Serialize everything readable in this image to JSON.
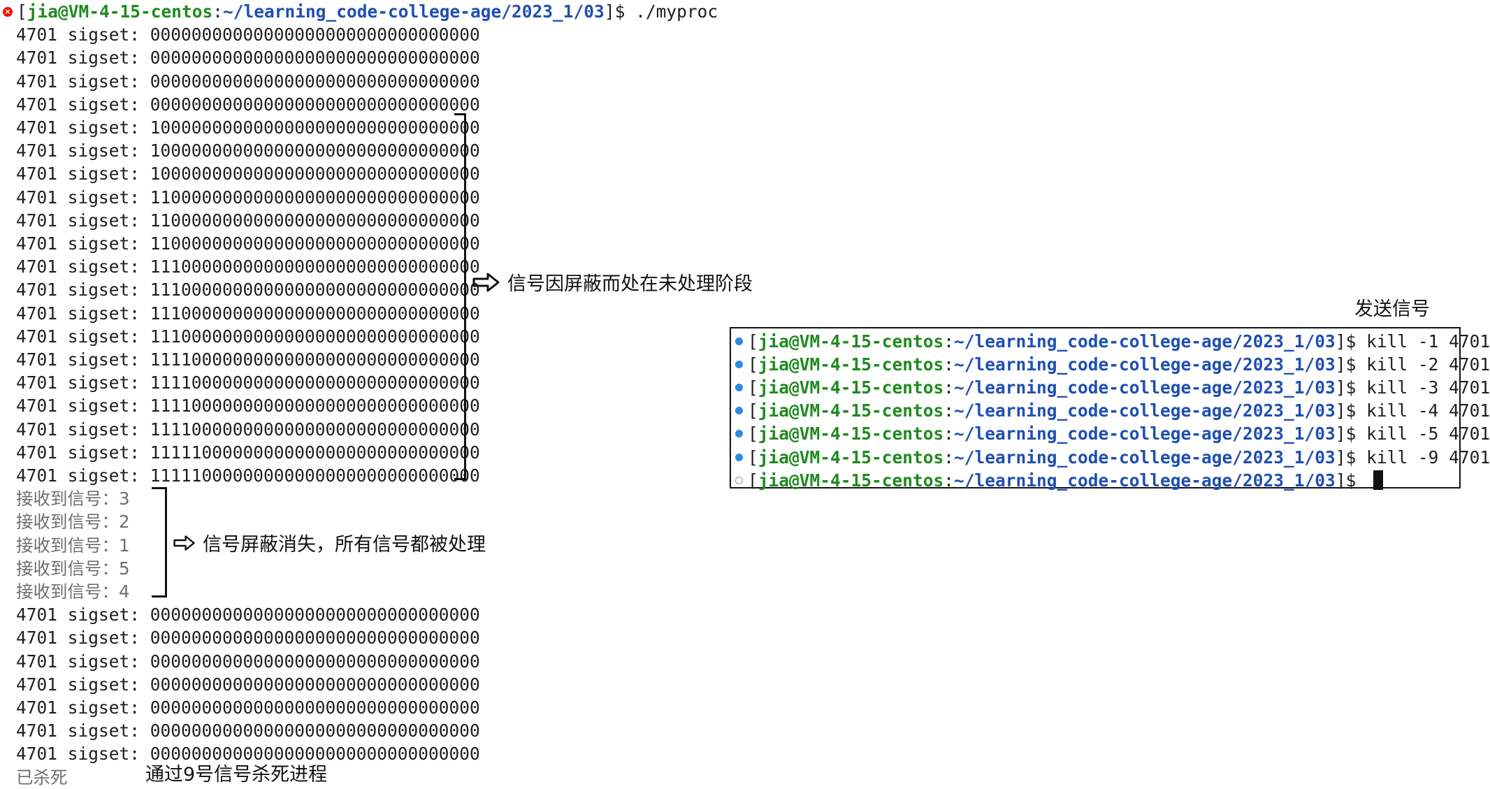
{
  "left_terminal": {
    "command_prompt": {
      "user": "jia@VM-4-15-centos",
      "path": "~/learning_code-college-age/2023_1/03",
      "command": "./myproc"
    },
    "sigset_block_1": [
      "4701 sigset: 00000000000000000000000000000000",
      "4701 sigset: 00000000000000000000000000000000",
      "4701 sigset: 00000000000000000000000000000000",
      "4701 sigset: 00000000000000000000000000000000",
      "4701 sigset: 10000000000000000000000000000000",
      "4701 sigset: 10000000000000000000000000000000",
      "4701 sigset: 10000000000000000000000000000000",
      "4701 sigset: 11000000000000000000000000000000",
      "4701 sigset: 11000000000000000000000000000000",
      "4701 sigset: 11000000000000000000000000000000",
      "4701 sigset: 11100000000000000000000000000000",
      "4701 sigset: 11100000000000000000000000000000",
      "4701 sigset: 11100000000000000000000000000000",
      "4701 sigset: 11100000000000000000000000000000",
      "4701 sigset: 11110000000000000000000000000000",
      "4701 sigset: 11110000000000000000000000000000",
      "4701 sigset: 11110000000000000000000000000000",
      "4701 sigset: 11110000000000000000000000000000",
      "4701 sigset: 11111000000000000000000000000000",
      "4701 sigset: 11111000000000000000000000000000"
    ],
    "received_signals": [
      "接收到信号：3",
      "接收到信号：2",
      "接收到信号：1",
      "接收到信号：5",
      "接收到信号：4"
    ],
    "sigset_block_2": [
      "4701 sigset: 00000000000000000000000000000000",
      "4701 sigset: 00000000000000000000000000000000",
      "4701 sigset: 00000000000000000000000000000000",
      "4701 sigset: 00000000000000000000000000000000",
      "4701 sigset: 00000000000000000000000000000000",
      "4701 sigset: 00000000000000000000000000000000",
      "4701 sigset: 00000000000000000000000000000000"
    ],
    "killed_text": "已杀死"
  },
  "annotations": {
    "pending_note": "信号因屏蔽而处在未处理阶段",
    "handled_note": "信号屏蔽消失，所有信号都被处理",
    "kill9_note": "通过9号信号杀死进程",
    "send_signal_label": "发送信号"
  },
  "right_terminal": {
    "prompt_user": "jia@VM-4-15-centos",
    "prompt_path": "~/learning_code-college-age/2023_1/03",
    "commands": [
      "kill -1 4701",
      "kill -2 4701",
      "kill -3 4701",
      "kill -4 4701",
      "kill -5 4701",
      "kill -9 4701",
      ""
    ]
  },
  "colors": {
    "user_green": "#1f8a1f",
    "path_blue": "#1f4fb0",
    "error_red": "#e51400",
    "dot_blue": "#2b8be0"
  }
}
